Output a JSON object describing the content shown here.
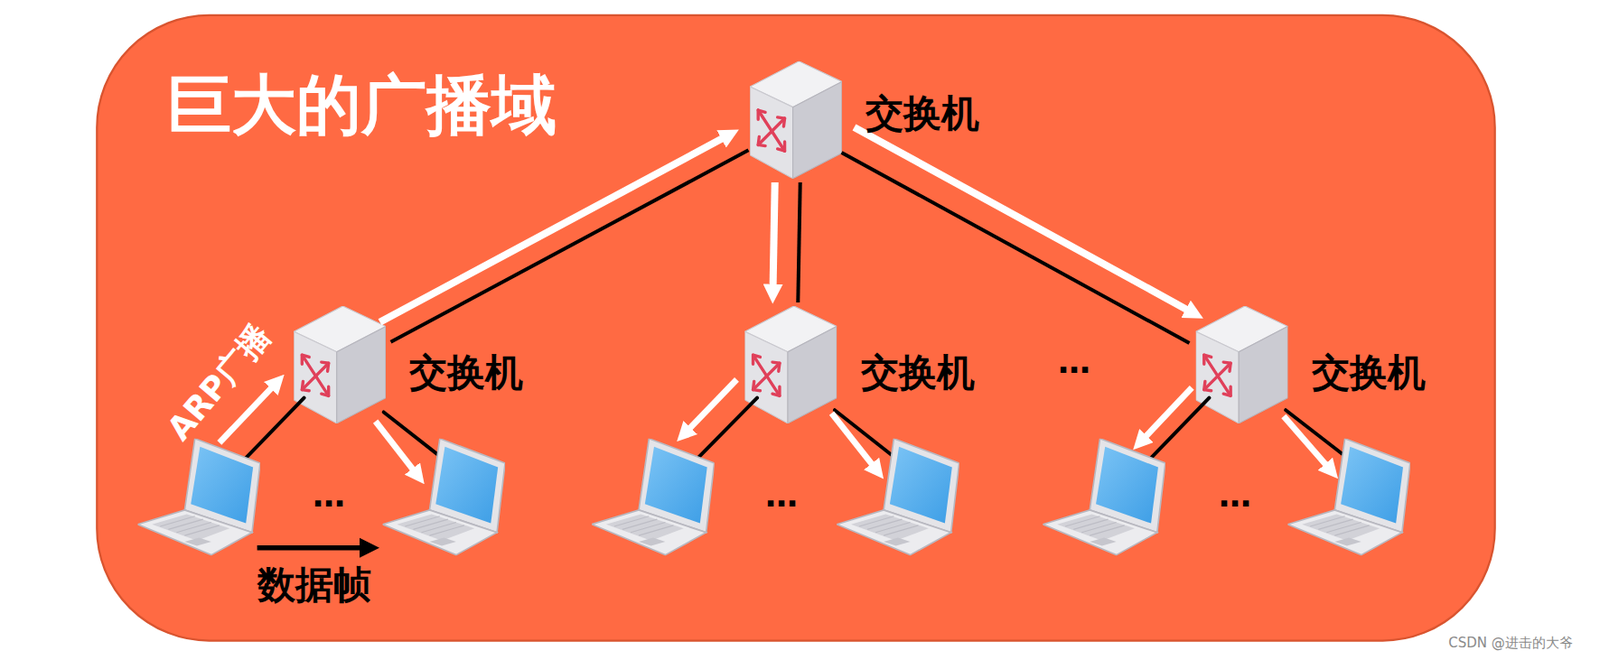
{
  "diagram": {
    "nodes": [
      {
        "text": [
          "巨大的广播域"
        ]
      },
      {
        "text": [
          "交换机"
        ],
        "in": 0
      },
      {
        "text": [
          "交换机"
        ],
        "in": 0
      },
      {
        "text": [
          "交换机"
        ],
        "in": 0
      },
      {
        "text": [
          "交换机"
        ],
        "in": 0
      }
    ],
    "edges": [
      {
        "from": 1,
        "to": 2,
        "arrow": "none"
      },
      {
        "from": 1,
        "to": 3,
        "arrow": "none"
      },
      {
        "from": 1,
        "to": 4,
        "arrow": "none"
      },
      {
        "from": 2,
        "to": 1,
        "arrow": "to"
      },
      {
        "from": 1,
        "to": 3,
        "arrow": "to"
      },
      {
        "from": 1,
        "to": 4,
        "arrow": "to"
      }
    ],
    "labels": [
      "ARP广播",
      "数据帧",
      "…",
      "…",
      "…",
      "…",
      "CSDN @进击的大爷"
    ]
  }
}
